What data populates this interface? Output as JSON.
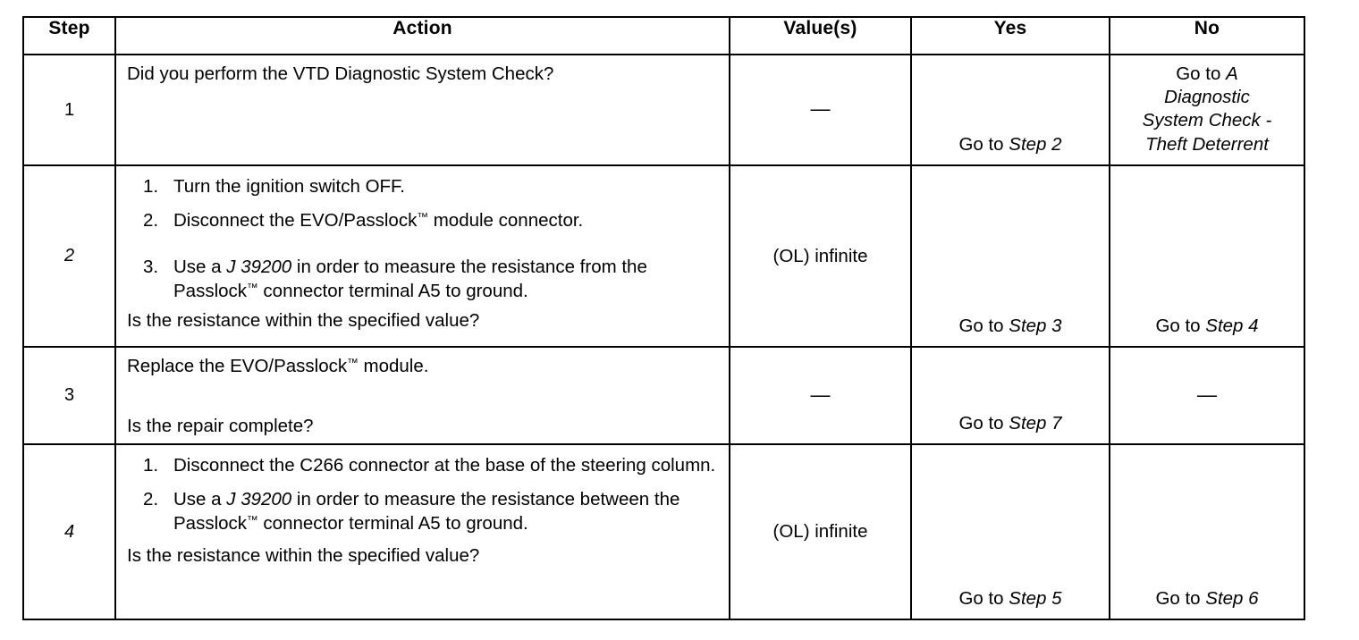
{
  "table": {
    "headers": {
      "step": "Step",
      "action": "Action",
      "value": "Value(s)",
      "yes": "Yes",
      "no": "No"
    },
    "rows": [
      {
        "step": "1",
        "step_italic": false,
        "action": {
          "lead": "Did you perform the VTD Diagnostic System Check?",
          "substeps": [],
          "closing": ""
        },
        "value": "—",
        "yes": {
          "prefix": "Go to ",
          "target": "Step 2"
        },
        "no": {
          "prefix": "Go to ",
          "target": "A Diagnostic System Check - Theft Deterrent"
        }
      },
      {
        "step": "2",
        "step_italic": true,
        "action": {
          "lead": "",
          "substeps": [
            {
              "marker": "1.",
              "pre": "Turn the ignition switch OFF.",
              "italic": "",
              "post": ""
            },
            {
              "marker": "2.",
              "pre": "Disconnect the EVO/Passlock™ module connector.",
              "italic": "",
              "post": ""
            },
            {
              "marker": "3.",
              "pre": "Use a ",
              "italic": "J 39200",
              "post": " in order to measure the resistance from the Passlock™ connector terminal A5 to ground."
            }
          ],
          "closing": "Is the resistance within the specified value?"
        },
        "value": "(OL) infinite",
        "yes": {
          "prefix": "Go to ",
          "target": "Step 3"
        },
        "no": {
          "prefix": "Go to ",
          "target": "Step 4"
        }
      },
      {
        "step": "3",
        "step_italic": false,
        "action": {
          "lead": "Replace the EVO/Passlock™ module.",
          "substeps": [],
          "closing": "Is the repair complete?"
        },
        "value": "—",
        "yes": {
          "prefix": "Go to ",
          "target": "Step 7"
        },
        "no": {
          "prefix": "—",
          "target": ""
        }
      },
      {
        "step": "4",
        "step_italic": true,
        "action": {
          "lead": "",
          "substeps": [
            {
              "marker": "1.",
              "pre": "Disconnect the C266 connector at the base of the steering column.",
              "italic": "",
              "post": ""
            },
            {
              "marker": "2.",
              "pre": "Use a ",
              "italic": "J 39200",
              "post": " in order to measure the resistance between the Passlock™ connector terminal A5 to ground."
            }
          ],
          "closing": "Is the resistance within the specified value?"
        },
        "value": "(OL) infinite",
        "yes": {
          "prefix": "Go to ",
          "target": "Step 5"
        },
        "no": {
          "prefix": "Go to ",
          "target": "Step 6"
        }
      }
    ]
  },
  "row1": {
    "action_lead": "Did you perform the VTD Diagnostic System Check?",
    "value": "—",
    "yes_prefix": "Go to ",
    "yes_target": "Step 2",
    "no_prefix": "Go to ",
    "no_target_line1": "A",
    "no_target_line2": "Diagnostic",
    "no_target_line3": "System Check -",
    "no_target_line4": "Theft Deterrent"
  },
  "row2": {
    "s1_marker": "1.",
    "s1_text": "Turn the ignition switch OFF.",
    "s2_marker": "2.",
    "s2_text_a": "Disconnect the EVO/Passlock",
    "s2_text_b": " module connector.",
    "s3_marker": "3.",
    "s3_pre": "Use a ",
    "s3_ital": "J 39200",
    "s3_post_a": " in order to measure the resistance from the Passlock",
    "s3_post_b": " connector terminal A5 to ground.",
    "closing": "Is the resistance within the specified value?",
    "value": "(OL) infinite",
    "yes_prefix": "Go to ",
    "yes_target": "Step 3",
    "no_prefix": "Go to ",
    "no_target": "Step 4"
  },
  "row3": {
    "lead_a": "Replace the EVO/Passlock",
    "lead_b": " module.",
    "closing": "Is the repair complete?",
    "value": "—",
    "yes_prefix": "Go to ",
    "yes_target": "Step 7",
    "no_dash": "—"
  },
  "row4": {
    "s1_marker": "1.",
    "s1_text": "Disconnect the C266 connector at the base of the steering column.",
    "s2_marker": "2.",
    "s2_pre": "Use a ",
    "s2_ital": "J 39200",
    "s2_post_a": " in order to measure the resistance between the Passlock",
    "s2_post_b": " connector terminal A5 to ground.",
    "closing": "Is the resistance within the specified value?",
    "value": "(OL) infinite",
    "yes_prefix": "Go to ",
    "yes_target": "Step 5",
    "no_prefix": "Go to ",
    "no_target": "Step 6"
  },
  "tm_symbol": "™"
}
